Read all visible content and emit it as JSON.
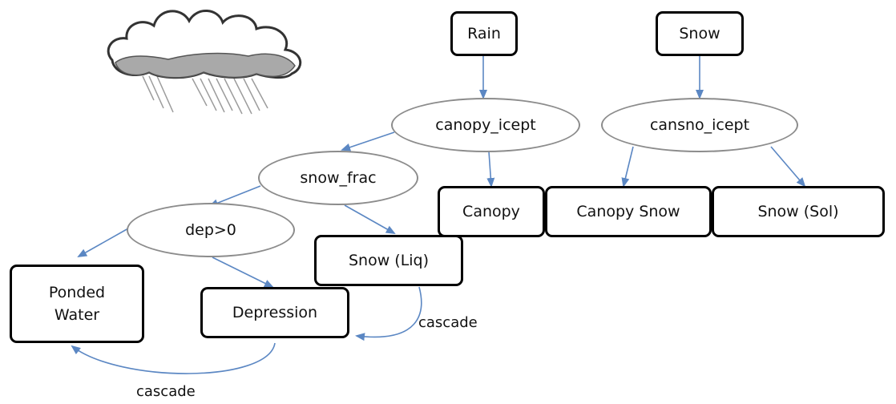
{
  "diagram": {
    "inputs": {
      "rain": "Rain",
      "snow": "Snow"
    },
    "processes": {
      "canopy_icept": "canopy_icept",
      "cansno_icept": "cansno_icept",
      "snow_frac": "snow_frac",
      "dep_gt_0": "dep>0"
    },
    "stores": {
      "canopy": "Canopy",
      "canopy_snow": "Canopy Snow",
      "snow_sol": "Snow (Sol)",
      "snow_liq": "Snow (Liq)",
      "depression": "Depression",
      "ponded_water_line1": "Ponded",
      "ponded_water_line2": "Water"
    },
    "edge_labels": {
      "cascade_right": "cascade",
      "cascade_bottom": "cascade"
    },
    "icons": {
      "weather": "rain-cloud-icon"
    },
    "colors": {
      "arrow": "#5b87c3",
      "box_border": "#000000",
      "ellipse_border": "#8c8c8c"
    }
  }
}
